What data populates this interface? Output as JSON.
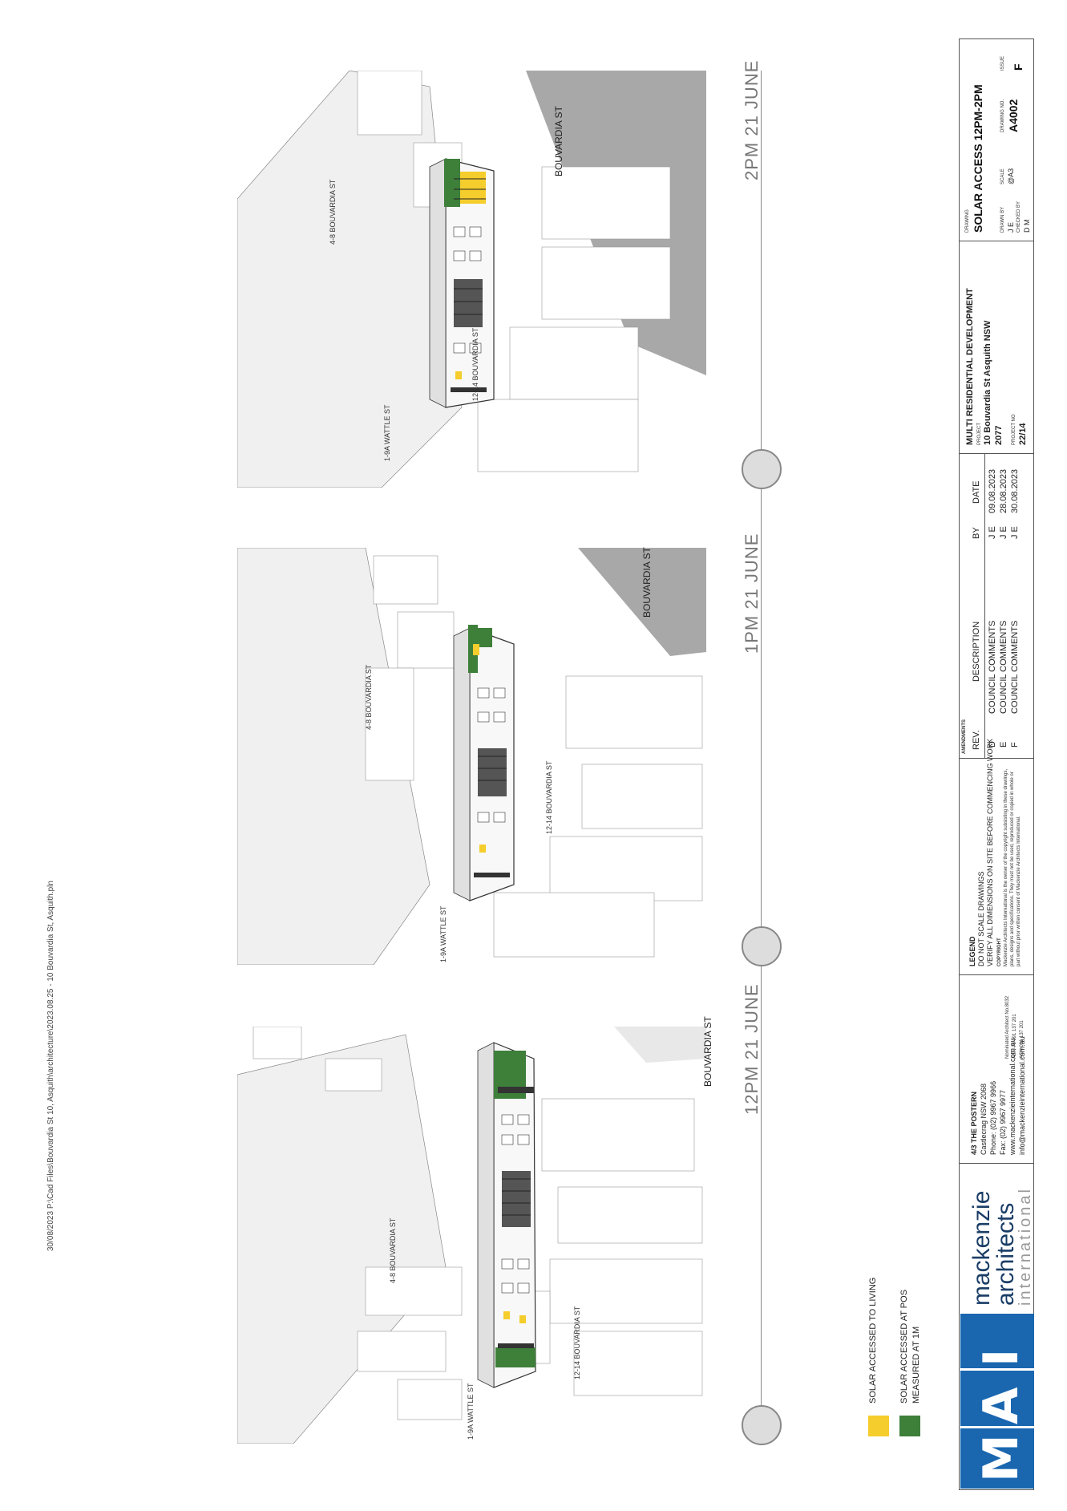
{
  "file_path_label": "30/08/2023 P:\\Cad Files\\Bouvardia St 10, Asquith\\architecture\\2023.08.25 - 10 Bouvardia St, Asquith.pln",
  "panels": [
    {
      "time": "12PM 21 JUNE",
      "streets": {
        "bouvardia": "BOUVARDIA ST",
        "b48": "4-8 BOUVARDIA ST",
        "b1214": "12-14 BOUVARDIA ST",
        "wattle": "1-9A WATTLE ST"
      }
    },
    {
      "time": "1PM 21 JUNE",
      "streets": {
        "bouvardia": "BOUVARDIA ST",
        "b48": "4-8 BOUVARDIA ST",
        "b1214": "12-14 BOUVARDIA ST",
        "wattle": "1-9A WATTLE ST"
      }
    },
    {
      "time": "2PM 21 JUNE",
      "streets": {
        "bouvardia": "BOUVARDIA ST",
        "b48": "4-8 BOUVARDIA ST",
        "b1214": "12-14 BOUVARDIA ST",
        "wattle": "1-9A WATTLE ST"
      }
    }
  ],
  "legend_items": [
    {
      "label": "SOLAR ACCESSED TO LIVING",
      "color": "#f5cd2c"
    },
    {
      "label_line1": "SOLAR ACCESSED AT POS",
      "label_line2": "MEASURED AT 1M",
      "color": "#3e7f3a"
    }
  ],
  "colors": {
    "solar_living": "#f5cd2c",
    "solar_pos": "#3e7f3a",
    "brand_blue": "#1a67b0",
    "road_grey": "#a8a8a8"
  },
  "title_block": {
    "logo_letters": [
      "M",
      "A",
      "I"
    ],
    "firm_line1": "mackenzie",
    "firm_line2": "architects",
    "firm_line3": "international",
    "address": {
      "line1": "4/3 THE POSTERN",
      "line2": "Castlecrag NSW 2068",
      "line3": "Phone: (02) 9967 9966",
      "line4": "Fax: (02) 9967 9977",
      "line5": "www.mackenzieinternational.com.au",
      "line6": "info@mackenzieinternational.com.au",
      "reg1": "Nominated Architect No.8032",
      "reg2": "ABN 76 091 137 201",
      "reg3": "ACN 091 137 201"
    },
    "legend_heading": "LEGEND",
    "legend_line1": "DO NOT SCALE DRAWINGS",
    "legend_line2": "VERIFY ALL DIMENSIONS ON SITE BEFORE COMMENCING WORK",
    "copyright_heading": "COPYRIGHT",
    "copyright_line1": "Mackenzie Architects International is the owner of the copyright subsisting in these drawings,",
    "copyright_line2": "plans, designs and specifications. They must not be used, reproduced or copied in whole or",
    "copyright_line3": "part without prior written consent of Mackenzie Architects International.",
    "amendments_label": "AMENDMENTS",
    "amend_headers": {
      "rev": "REV.",
      "desc": "DESCRIPTION",
      "by": "BY",
      "date": "DATE"
    },
    "amendments": [
      {
        "rev": "D",
        "desc": "COUNCIL COMMENTS",
        "by": "J E",
        "date": "09.08.2023"
      },
      {
        "rev": "E",
        "desc": "COUNCIL COMMENTS",
        "by": "J E",
        "date": "28.08.2023"
      },
      {
        "rev": "F",
        "desc": "COUNCIL COMMENTS",
        "by": "J E",
        "date": "30.08.2023"
      }
    ],
    "project_title": "MULTI RESIDENTIAL DEVELOPMENT",
    "project_label": "PROJECT",
    "project_addr1": "10 Bouvardia St Asquith NSW",
    "project_addr2": "2077",
    "project_no_label": "PROJECT NO",
    "project_no": "22/14",
    "drawing_label": "DRAWING",
    "drawing_title": "SOLAR ACCESS 12PM-2PM",
    "drawn_by_label": "DRAWN BY",
    "drawn_by": "J E",
    "checked_by_label": "CHECKED BY",
    "checked_by": "D M",
    "scale_label": "SCALE",
    "scale": "@A3",
    "drawing_no_label": "DRAWING NO.",
    "drawing_no": "A4002",
    "issue_label": "ISSUE",
    "issue": "F"
  }
}
